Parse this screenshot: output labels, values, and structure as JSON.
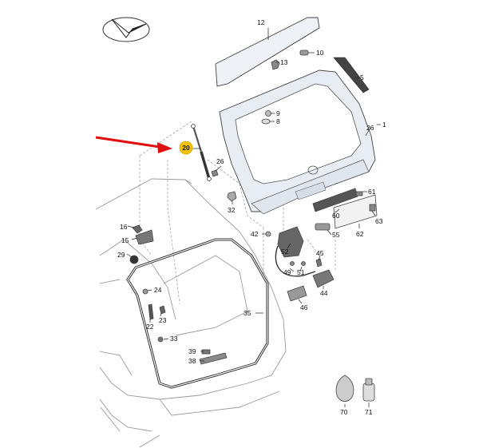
{
  "diagram": {
    "highlight_color": "#f2c200",
    "arrow_color": "#e01010",
    "highlighted_part": "20",
    "callouts": [
      {
        "id": "c12",
        "text": "12"
      },
      {
        "id": "c13",
        "text": "13"
      },
      {
        "id": "c10",
        "text": "10"
      },
      {
        "id": "c5",
        "text": "5"
      },
      {
        "id": "c9",
        "text": "9"
      },
      {
        "id": "c8",
        "text": "8"
      },
      {
        "id": "c1",
        "text": "1"
      },
      {
        "id": "c26a",
        "text": "26"
      },
      {
        "id": "c26b",
        "text": "26"
      },
      {
        "id": "c32",
        "text": "32"
      },
      {
        "id": "c61",
        "text": "61"
      },
      {
        "id": "c63",
        "text": "63"
      },
      {
        "id": "c60",
        "text": "60"
      },
      {
        "id": "c62",
        "text": "62"
      },
      {
        "id": "c55",
        "text": "55"
      },
      {
        "id": "c16",
        "text": "16"
      },
      {
        "id": "c15",
        "text": "15"
      },
      {
        "id": "c29",
        "text": "29"
      },
      {
        "id": "c42",
        "text": "42"
      },
      {
        "id": "c52",
        "text": "52"
      },
      {
        "id": "c45",
        "text": "45"
      },
      {
        "id": "c49",
        "text": "49"
      },
      {
        "id": "c51",
        "text": "51"
      },
      {
        "id": "c44",
        "text": "44"
      },
      {
        "id": "c46",
        "text": "46"
      },
      {
        "id": "c24",
        "text": "24"
      },
      {
        "id": "c23",
        "text": "23"
      },
      {
        "id": "c22",
        "text": "22"
      },
      {
        "id": "c35",
        "text": "35"
      },
      {
        "id": "c33",
        "text": "33"
      },
      {
        "id": "c39",
        "text": "39"
      },
      {
        "id": "c38",
        "text": "38"
      },
      {
        "id": "c70",
        "text": "70"
      },
      {
        "id": "c71",
        "text": "71"
      },
      {
        "id": "c20",
        "text": "20"
      }
    ]
  }
}
